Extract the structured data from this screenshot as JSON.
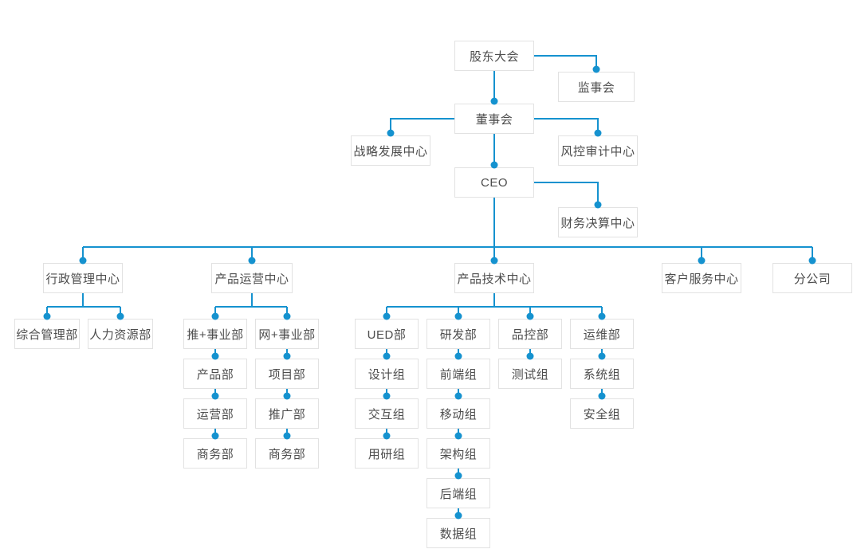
{
  "diagram": {
    "type": "org-chart",
    "language": "zh-CN"
  },
  "colors": {
    "connector_blue": "#1592cf",
    "node_border": "#e2e2e2",
    "node_background": "#ffffff",
    "node_text": "#4d4d4d",
    "canvas_background": "#ffffff"
  },
  "nodes": {
    "shareholders_meeting": {
      "label": "股东大会",
      "parent": null
    },
    "supervisory_board": {
      "label": "监事会",
      "parent": "shareholders_meeting"
    },
    "board_of_directors": {
      "label": "董事会",
      "parent": "shareholders_meeting"
    },
    "strategy_center": {
      "label": "战略发展中心",
      "parent": "board_of_directors"
    },
    "risk_audit_center": {
      "label": "风控审计中心",
      "parent": "board_of_directors"
    },
    "ceo": {
      "label": "CEO",
      "parent": "board_of_directors"
    },
    "finance_center": {
      "label": "财务决算中心",
      "parent": "ceo"
    },
    "admin_center": {
      "label": "行政管理中心",
      "parent": "ceo"
    },
    "product_ops_center": {
      "label": "产品运营中心",
      "parent": "ceo"
    },
    "product_tech_center": {
      "label": "产品技术中心",
      "parent": "ceo"
    },
    "customer_service_center": {
      "label": "客户服务中心",
      "parent": "ceo"
    },
    "branch_company": {
      "label": "分公司",
      "parent": "ceo"
    },
    "general_mgmt_dept": {
      "label": "综合管理部",
      "parent": "admin_center"
    },
    "hr_dept": {
      "label": "人力资源部",
      "parent": "admin_center"
    },
    "tui_plus_bu": {
      "label": "推+事业部",
      "parent": "product_ops_center"
    },
    "product_dept": {
      "label": "产品部",
      "parent": "tui_plus_bu"
    },
    "operation_dept": {
      "label": "运营部",
      "parent": "product_dept"
    },
    "business_dept_1": {
      "label": "商务部",
      "parent": "operation_dept"
    },
    "wang_plus_bu": {
      "label": "网+事业部",
      "parent": "product_ops_center"
    },
    "project_dept": {
      "label": "项目部",
      "parent": "wang_plus_bu"
    },
    "promotion_dept": {
      "label": "推广部",
      "parent": "project_dept"
    },
    "business_dept_2": {
      "label": "商务部",
      "parent": "promotion_dept"
    },
    "ued_dept": {
      "label": "UED部",
      "parent": "product_tech_center"
    },
    "design_group": {
      "label": "设计组",
      "parent": "ued_dept"
    },
    "interaction_group": {
      "label": "交互组",
      "parent": "design_group"
    },
    "user_research_group": {
      "label": "用研组",
      "parent": "interaction_group"
    },
    "rd_dept": {
      "label": "研发部",
      "parent": "product_tech_center"
    },
    "frontend_group": {
      "label": "前端组",
      "parent": "rd_dept"
    },
    "mobile_group": {
      "label": "移动组",
      "parent": "frontend_group"
    },
    "architecture_group": {
      "label": "架构组",
      "parent": "mobile_group"
    },
    "backend_group": {
      "label": "后端组",
      "parent": "architecture_group"
    },
    "data_group": {
      "label": "数据组",
      "parent": "backend_group"
    },
    "qc_dept": {
      "label": "品控部",
      "parent": "product_tech_center"
    },
    "testing_group": {
      "label": "测试组",
      "parent": "qc_dept"
    },
    "om_dept": {
      "label": "运维部",
      "parent": "product_tech_center"
    },
    "system_group": {
      "label": "系统组",
      "parent": "om_dept"
    },
    "security_group": {
      "label": "安全组",
      "parent": "system_group"
    }
  }
}
